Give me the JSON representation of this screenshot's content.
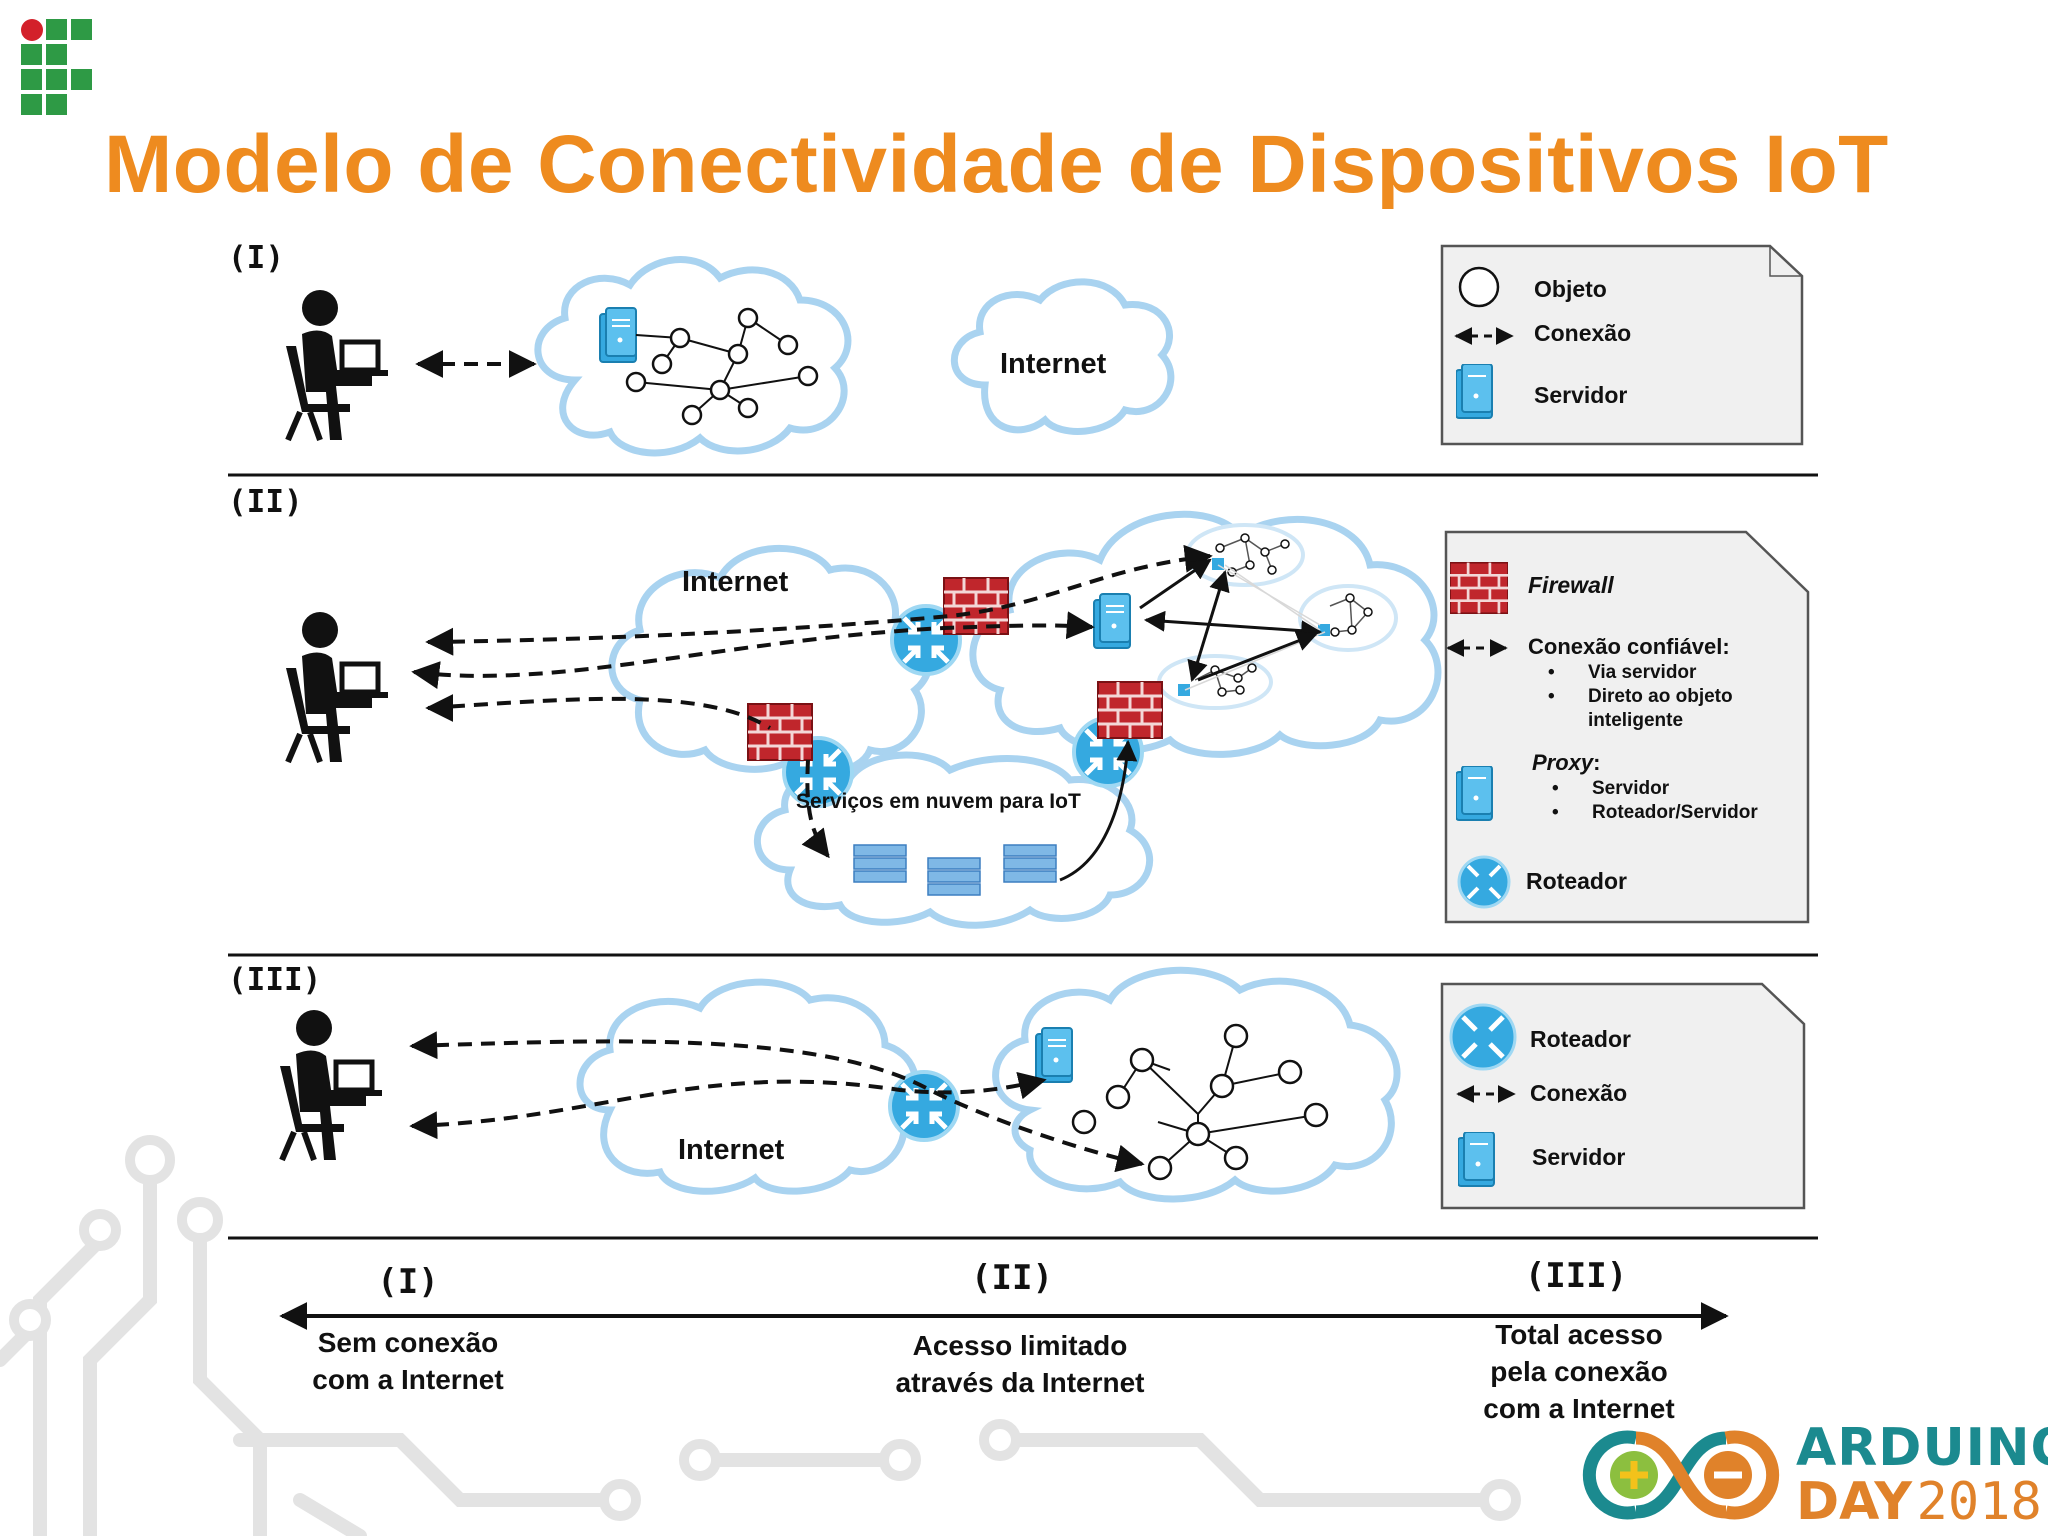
{
  "slide": {
    "title": "Modelo de Conectividade de Dispositivos IoT"
  },
  "panels": {
    "one": {
      "label": "(I)",
      "cloud_label": "Internet",
      "legend": {
        "objeto": "Objeto",
        "conexao": "Conexão",
        "servidor": "Servidor"
      }
    },
    "two": {
      "label": "(II)",
      "internet_label": "Internet",
      "cloud_services_label": "Serviços em nuvem para IoT",
      "legend": {
        "firewall": "Firewall",
        "conexao_confiavel": "Conexão confiável:",
        "via_servidor": "Via servidor",
        "direto_ao_objeto": "Direto ao objeto",
        "inteligente": "inteligente",
        "proxy": "Proxy",
        "proxy_colon": ":",
        "proxy_servidor": "Servidor",
        "proxy_roteador_servidor": "Roteador/Servidor",
        "roteador": "Roteador"
      }
    },
    "three": {
      "label": "(III)",
      "internet_label": "Internet",
      "legend": {
        "roteador": "Roteador",
        "conexao": "Conexão",
        "servidor": "Servidor"
      }
    }
  },
  "spectrum": {
    "levels": [
      {
        "label": "(I)",
        "description": "Sem conexão\ncom a Internet"
      },
      {
        "label": "(II)",
        "description": "Acesso limitado\natravés da Internet"
      },
      {
        "label": "(III)",
        "description": "Total acesso\npela conexão\ncom a Internet"
      }
    ]
  },
  "branding": {
    "arduino_word": "ARDUINO",
    "day_word": "DAY",
    "year": "2018"
  },
  "colors": {
    "title_orange": "#EE8B1F",
    "cloud_blue": "#A9D3F0",
    "device_blue": "#35A9E0",
    "firewall_red": "#C0262C",
    "if_green": "#2E9A45",
    "if_red": "#D3202A",
    "arduino_teal": "#1B8A8F",
    "arduino_orange": "#E0822A"
  }
}
